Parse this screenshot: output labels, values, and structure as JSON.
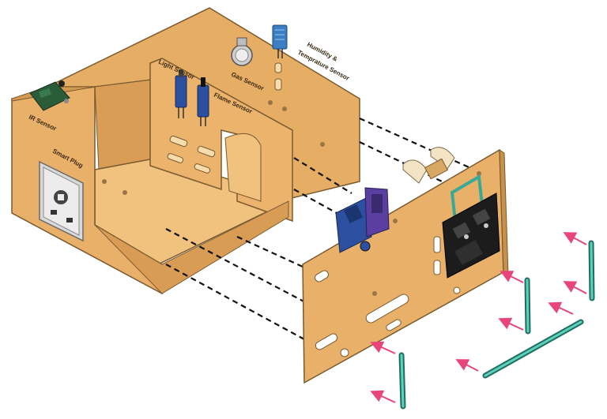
{
  "labels": {
    "ir_sensor": "IR Sensor",
    "smart_plug": "Smart Plug",
    "light_sensor": "Light Sensor",
    "flame_sensor": "Flame Sensor",
    "gas_sensor": "Gas Sensor",
    "humidity_sensor_line1": "Humidity &",
    "humidity_sensor_line2": "Temprature Sensor"
  },
  "colors": {
    "wood": "#e8b26a",
    "wood_dark": "#c8914a",
    "wood_edge": "#7a5a30",
    "teal_rod": "#3aa896",
    "arrow_pink": "#e8457a",
    "pcb_blue": "#2d4fa0",
    "pcb_black": "#1c1c1c",
    "plug_grey": "#d9d9d9"
  }
}
